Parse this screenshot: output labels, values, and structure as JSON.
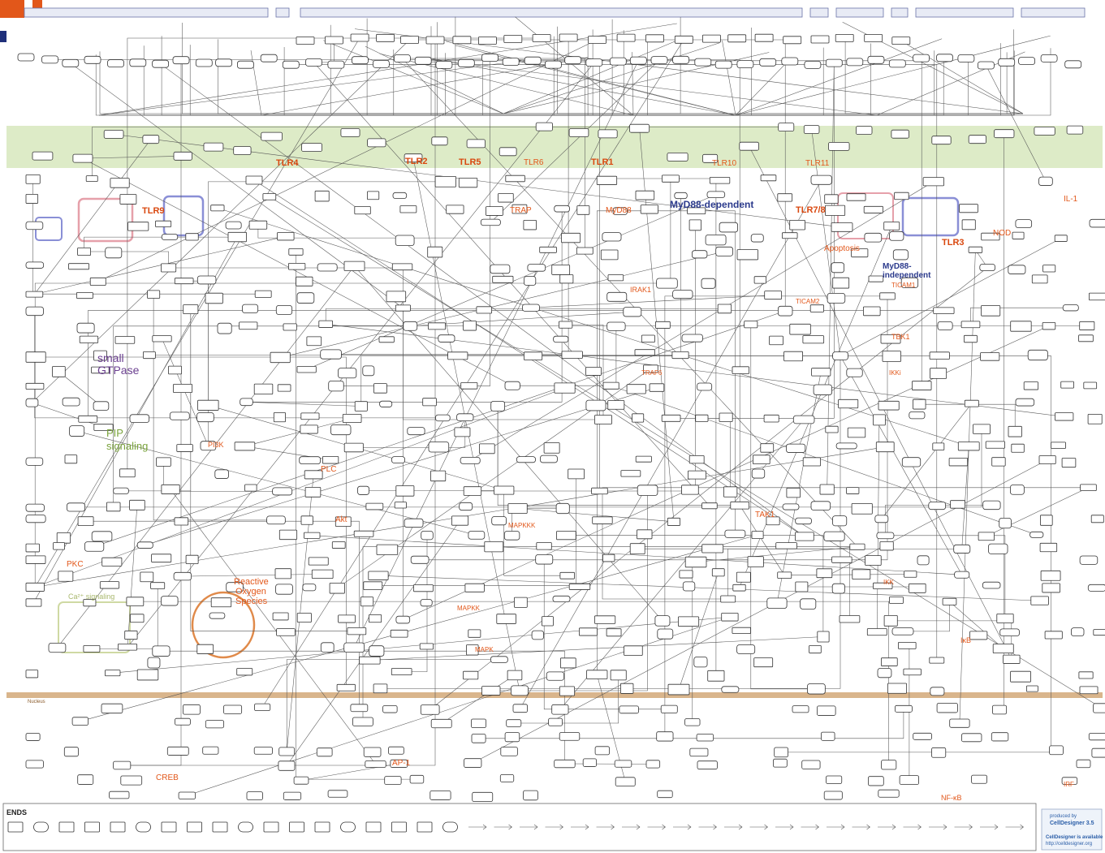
{
  "labels": {
    "tlr4": "TLR4",
    "tlr2": "TLR2",
    "tlr5": "TLR5",
    "tlr6": "TLR6",
    "tlr1": "TLR1",
    "tlr10": "TLR10",
    "tlr11": "TLR11",
    "tlr9": "TLR9",
    "tlr78": "TLR7/8",
    "tlr3": "TLR3",
    "trap": "TRAP",
    "myd88": "MyD88",
    "myd88_dep": "MyD88-dependent",
    "myd88_indep_1": "MyD88-",
    "myd88_indep_2": "independent",
    "apoptosis": "Apoptosis",
    "nod": "NOD",
    "il1": "IL-1",
    "ticam1": "TICAM1",
    "ticam2": "TICAM2",
    "irak1": "IRAK1",
    "traf6": "TRAF6",
    "tbk1": "TBK1",
    "ikki": "IKKi",
    "small1": "small",
    "small2": "GTPase",
    "pip1": "PIP",
    "pip2": "signaling",
    "pi3k": "PI3K",
    "plc": "PLC",
    "akt": "Akt",
    "pkc": "PKC",
    "ca_signaling": "Ca²⁺ signaling",
    "ros1": "Reactive",
    "ros2": "Oxygen",
    "ros3": "Species",
    "mapkkk": "MAPKKK",
    "mapkk": "MAPKK",
    "mapk": "MAPK",
    "tak1": "TAK1",
    "ikk": "IKK",
    "ikb": "IκB",
    "ap1": "AP-1",
    "creb": "CREB",
    "nfkb": "NF-κB",
    "irf": "IRF",
    "nucleus": "Nucleus"
  },
  "legend": {
    "title": "ENDS",
    "credit_lines": [
      "produced by",
      "CellDesigner 3.5",
      "CellDesigner is available",
      "http://celldesigner.org"
    ]
  },
  "colors": {
    "membrane": "#c9dfa8",
    "nucleus_membrane": "#d9b58c",
    "label_orange": "#e2571a",
    "label_blue": "#2b3a8c",
    "label_purple": "#6a3f8f",
    "label_green": "#7aa33c",
    "tlr9_box": "#e6a0aa",
    "tlr3_box": "#8a8fd6",
    "ros_circle": "#e08a4a",
    "logo_orange": "#e2571a",
    "logo_navy": "#1f2f7a"
  }
}
